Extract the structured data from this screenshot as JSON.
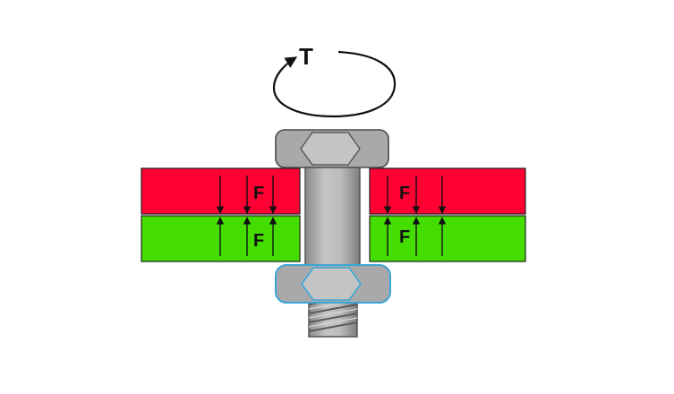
{
  "diagram": {
    "torque_label": "T",
    "force_labels": {
      "upper_left": "F",
      "upper_right": "F",
      "lower_left": "F",
      "lower_right": "F"
    },
    "colors": {
      "upper_plate": "#ff0033",
      "lower_plate": "#44dd00",
      "bolt_steel": "#a9a9a9",
      "bolt_outline": "#4a4a4a",
      "nut_outline": "#3aa6d6",
      "arrow": "#111111"
    }
  }
}
